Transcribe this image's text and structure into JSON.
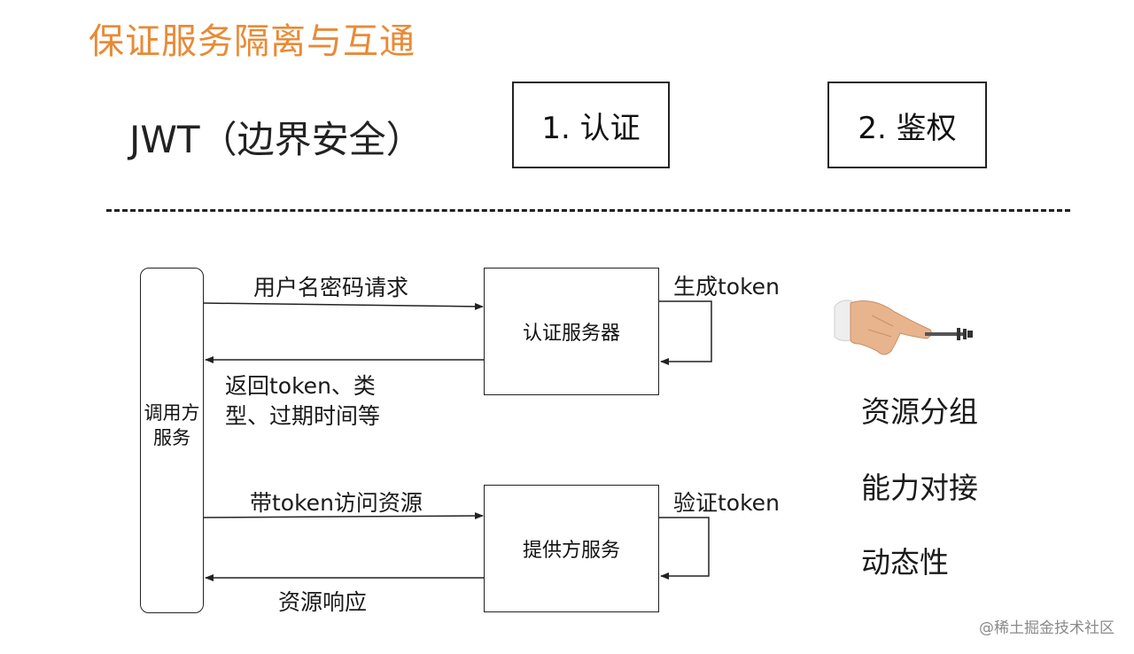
{
  "title": "保证服务隔离与互通",
  "jwt_label": "JWT（边界安全）",
  "steps": {
    "step1": "1. 认证",
    "step2": "2. 鉴权"
  },
  "diagram": {
    "caller": "调用方服务",
    "auth_server": "认证服务器",
    "provider": "提供方服务",
    "msg_request": "用户名密码请求",
    "msg_generate": "生成token",
    "msg_return_line1": "返回token、类",
    "msg_return_line2": "型、过期时间等",
    "msg_access": "带token访问资源",
    "msg_verify": "验证token",
    "msg_response": "资源响应"
  },
  "features": [
    "资源分组",
    "能力对接",
    "动态性"
  ],
  "credit": "@稀土掘金技术社区",
  "colors": {
    "title": "#e98a36",
    "line": "#222222"
  },
  "icons": {
    "key": "hand-holding-key-icon"
  }
}
